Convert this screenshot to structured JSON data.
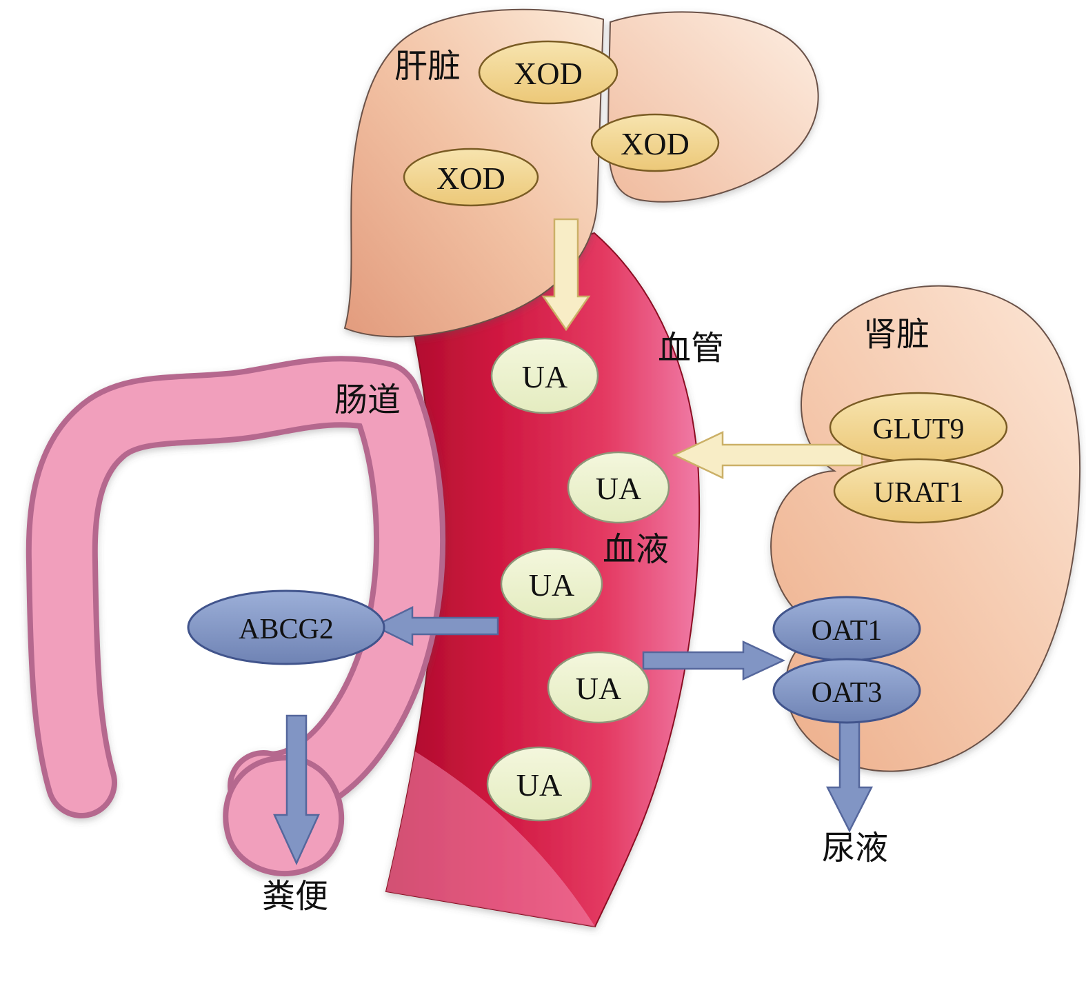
{
  "organs": {
    "liver": {
      "label": "肝脏"
    },
    "intestine": {
      "label": "肠道"
    },
    "kidney": {
      "label": "肾脏"
    }
  },
  "vessel": {
    "label": "血管",
    "blood_label": "血液"
  },
  "outputs": {
    "feces": {
      "label": "粪便"
    },
    "urine": {
      "label": "尿液"
    }
  },
  "enzymes": {
    "xod_liver_left": "XOD",
    "xod_liver_right": "XOD",
    "xod_liver_lower": "XOD"
  },
  "metabolite": {
    "ua_1": "UA",
    "ua_2": "UA",
    "ua_3": "UA",
    "ua_4": "UA",
    "ua_5": "UA"
  },
  "transporters": {
    "abcg2": "ABCG2",
    "glut9": "GLUT9",
    "urat1": "URAT1",
    "oat1": "OAT1",
    "oat3": "OAT3"
  },
  "colors": {
    "vessel_red": "#c51236",
    "vessel_pink": "#f07ba6",
    "liver_peach": "#f2c2a4",
    "kidney_peach": "#f6cdb3",
    "intestine_pink": "#f19fbc",
    "ua_fill": "#eef3d1",
    "enzyme_fill": "#f2d88f",
    "transporter_blue": "#8195c4",
    "arrow_cream": "#f8edc6"
  }
}
